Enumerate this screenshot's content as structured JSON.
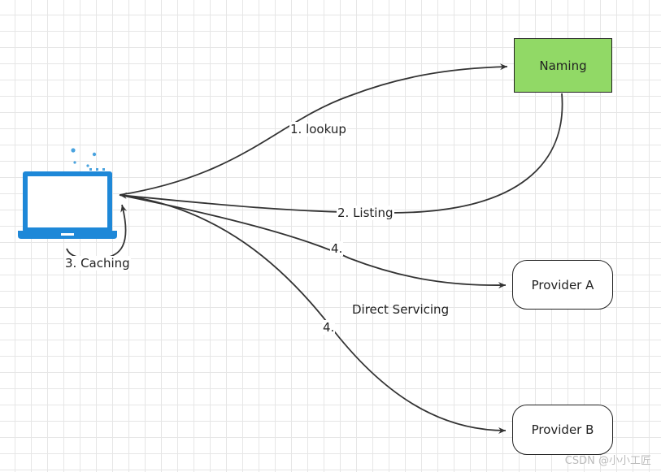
{
  "nodes": {
    "naming": "Naming",
    "provider_a": "Provider A",
    "provider_b": "Provider B"
  },
  "edges": {
    "lookup": "1. lookup",
    "listing": "2. Listing",
    "caching": "3. Caching",
    "step4_a": "4.",
    "step4_b": "4.",
    "direct": "Direct Servicing"
  },
  "watermark": "CSDN @小小工匠",
  "colors": {
    "naming_fill": "#91d966",
    "laptop": "#1e88d8",
    "laptop_screen": "#ffffff",
    "line": "#333333",
    "grid": "#e6e6e6"
  },
  "icons": {
    "client": "laptop-icon"
  }
}
